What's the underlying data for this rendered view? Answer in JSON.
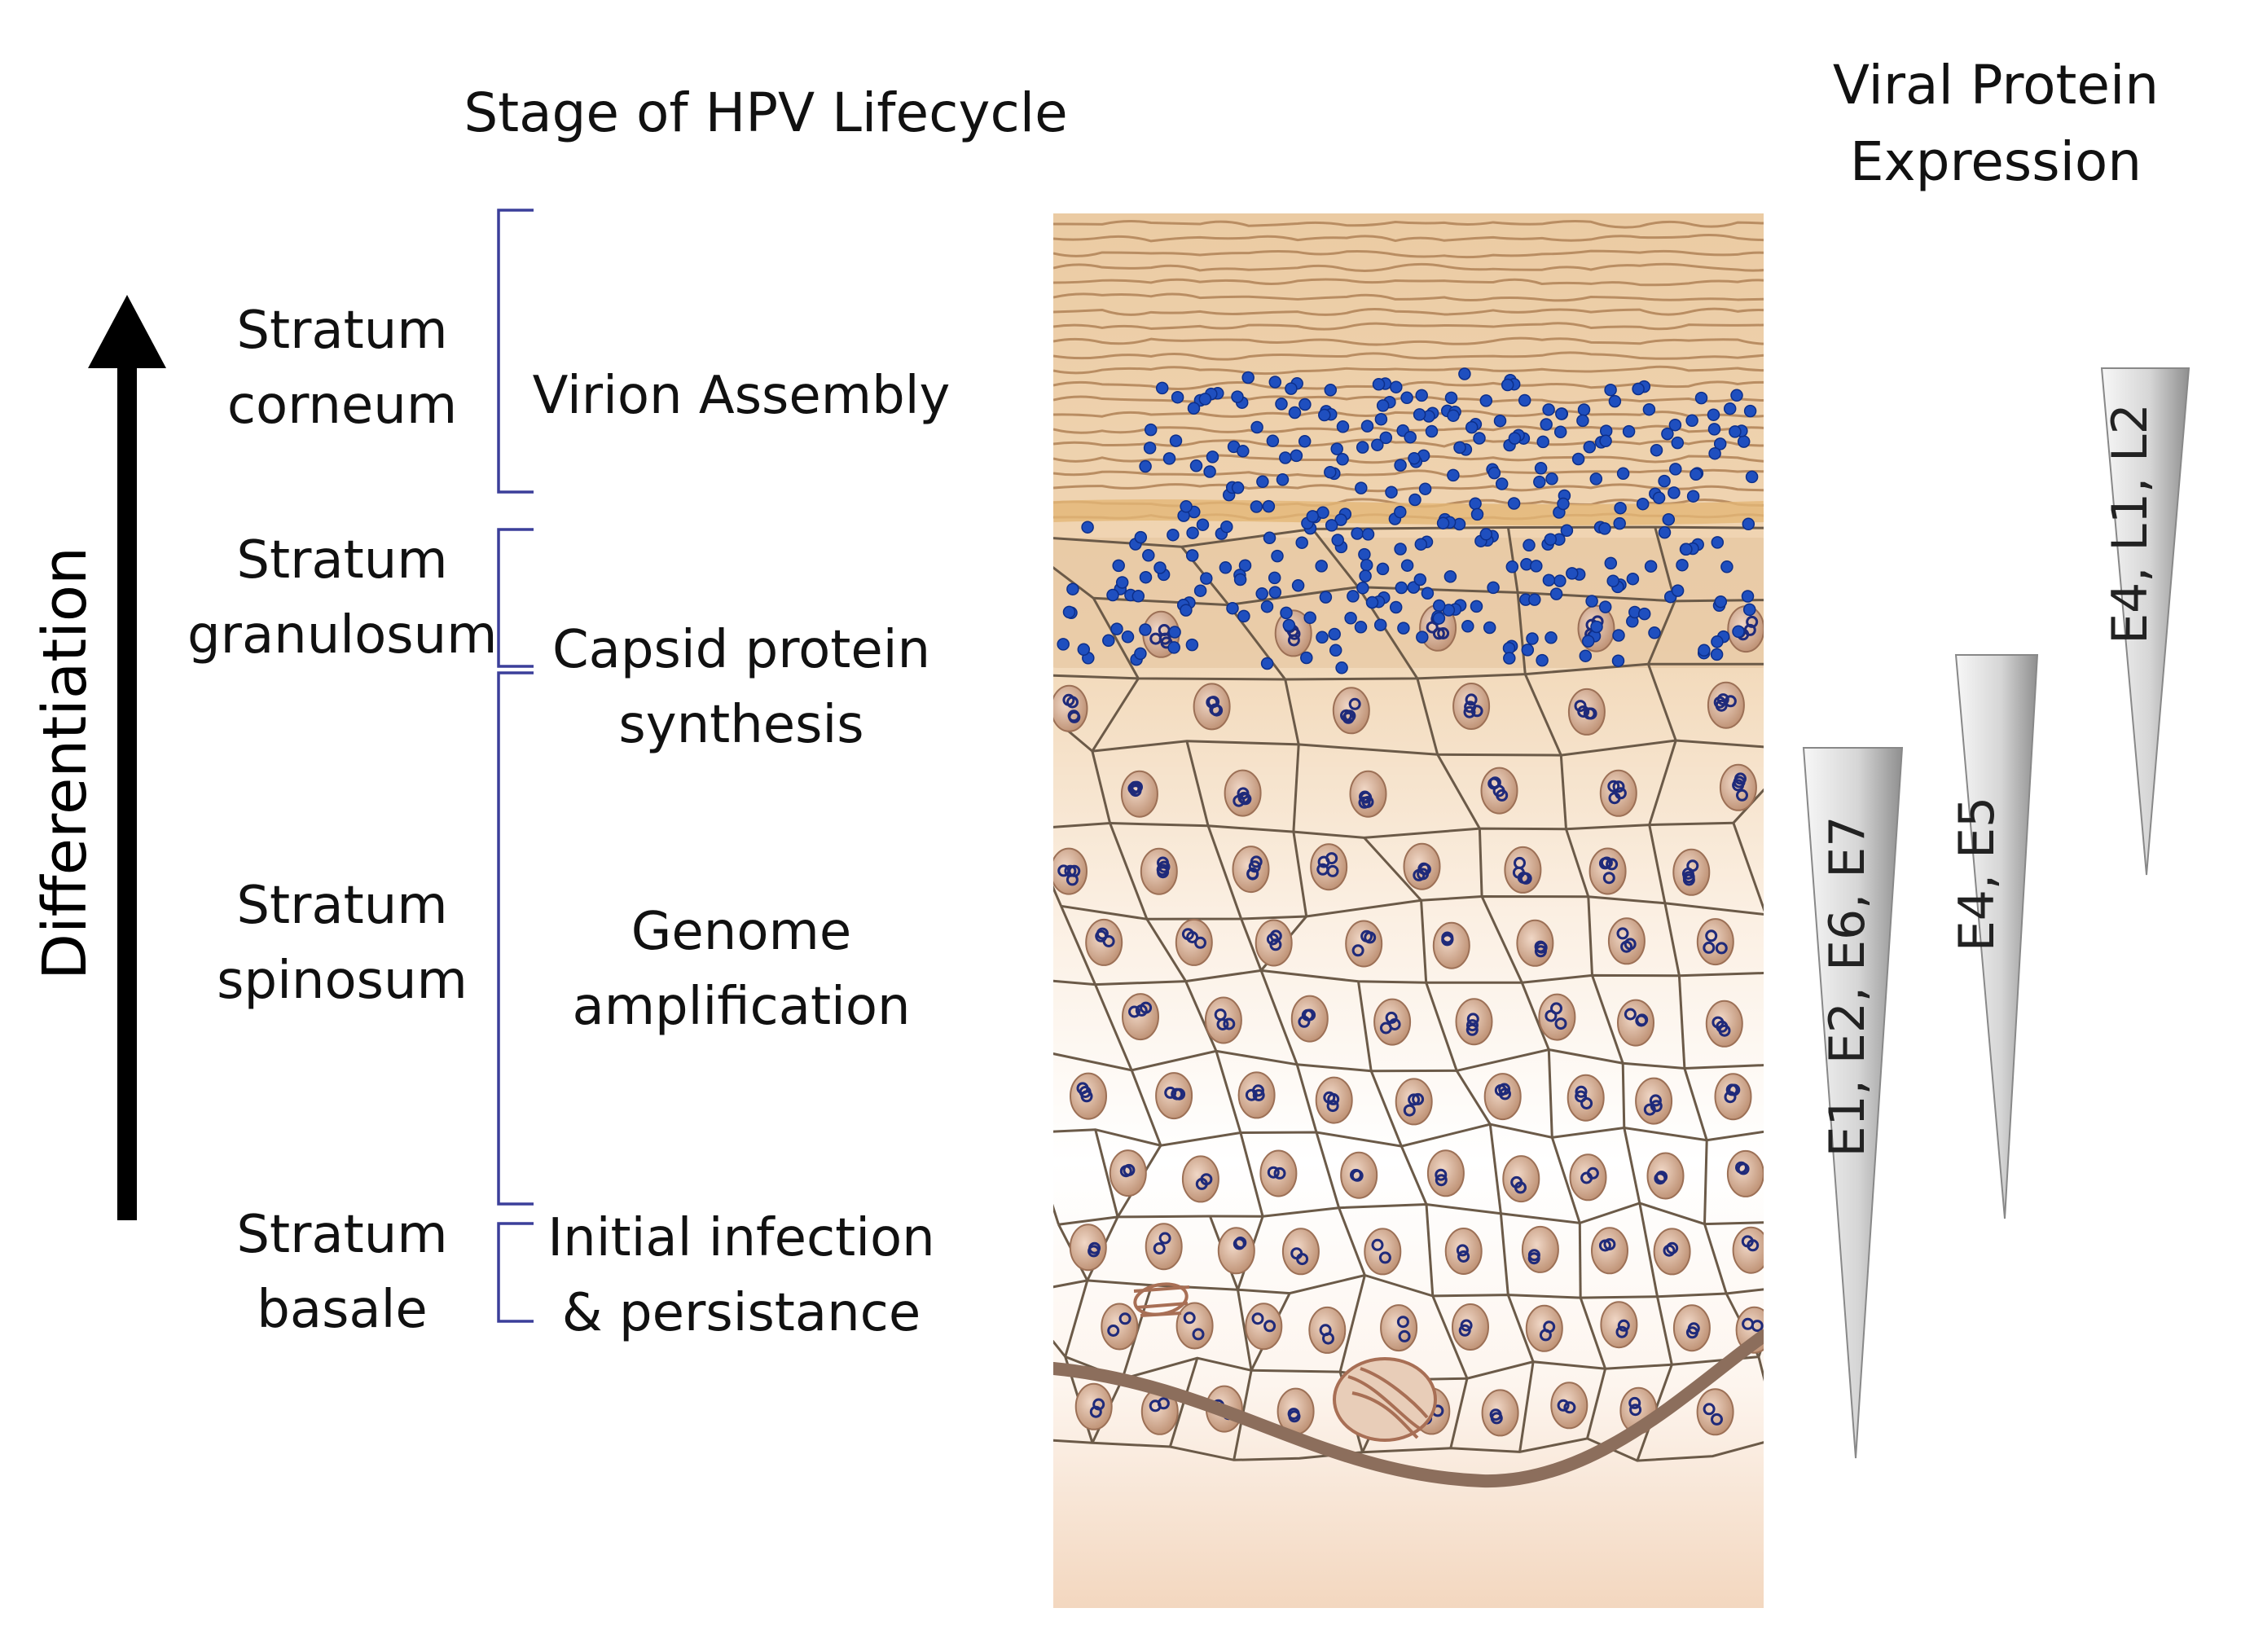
{
  "headers": {
    "lifecycle": "Stage of HPV Lifecycle",
    "expression": "Viral Protein\nExpression"
  },
  "axis": {
    "label": "Differentiation"
  },
  "layers": [
    {
      "id": "corneum",
      "line1": "Stratum",
      "line2": "corneum"
    },
    {
      "id": "granulosum",
      "line1": "Stratum",
      "line2": "granulosum"
    },
    {
      "id": "spinosum",
      "line1": "Stratum",
      "line2": "spinosum"
    },
    {
      "id": "basale",
      "line1": "Stratum",
      "line2": "basale"
    }
  ],
  "stages": [
    {
      "id": "virion",
      "line1": "Virion Assembly",
      "line2": ""
    },
    {
      "id": "capsid",
      "line1": "Capsid protein",
      "line2": "synthesis"
    },
    {
      "id": "genome",
      "line1": "Genome",
      "line2": "amplification"
    },
    {
      "id": "initial",
      "line1": "Initial infection",
      "line2": "& persistance"
    }
  ],
  "proteins": [
    {
      "id": "early",
      "label": "E1, E2, E6, E7"
    },
    {
      "id": "mid",
      "label": "E4, E5"
    },
    {
      "id": "late",
      "label": "E4, L1, L2"
    }
  ],
  "colors": {
    "bracket": "#3b3f9a",
    "tissue_top": "#e9c9a0",
    "cell_line": "#6b5a48",
    "nucleus": "#c49a7c",
    "virion": "#1f4fbf",
    "membrane": "#8c6e5c"
  }
}
